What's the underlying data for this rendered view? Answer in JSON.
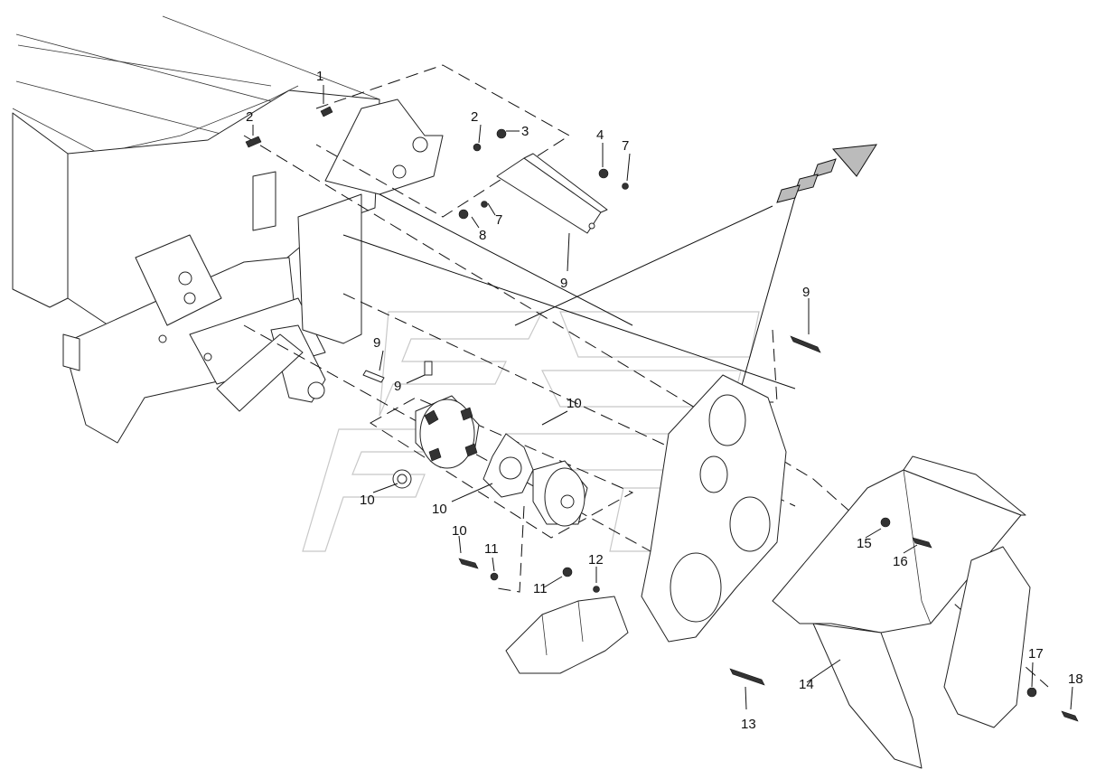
{
  "callouts": [
    {
      "id": "c1",
      "text": "1"
    },
    {
      "id": "c2a",
      "text": "2"
    },
    {
      "id": "c2b",
      "text": "2"
    },
    {
      "id": "c3",
      "text": "3"
    },
    {
      "id": "c4",
      "text": "4"
    },
    {
      "id": "c7a",
      "text": "7"
    },
    {
      "id": "c7b",
      "text": "7"
    },
    {
      "id": "c8",
      "text": "8"
    },
    {
      "id": "c9a",
      "text": "9"
    },
    {
      "id": "c9b",
      "text": "9"
    },
    {
      "id": "c9c",
      "text": "9"
    },
    {
      "id": "c9d",
      "text": "9"
    },
    {
      "id": "c10a",
      "text": "10"
    },
    {
      "id": "c10b",
      "text": "10"
    },
    {
      "id": "c10c",
      "text": "10"
    },
    {
      "id": "c10d",
      "text": "10"
    },
    {
      "id": "c11a",
      "text": "11"
    },
    {
      "id": "c11b",
      "text": "11"
    },
    {
      "id": "c12",
      "text": "12"
    },
    {
      "id": "c13",
      "text": "13"
    },
    {
      "id": "c14",
      "text": "14"
    },
    {
      "id": "c15",
      "text": "15"
    },
    {
      "id": "c16",
      "text": "16"
    },
    {
      "id": "c17",
      "text": "17"
    },
    {
      "id": "c18",
      "text": "18"
    }
  ]
}
